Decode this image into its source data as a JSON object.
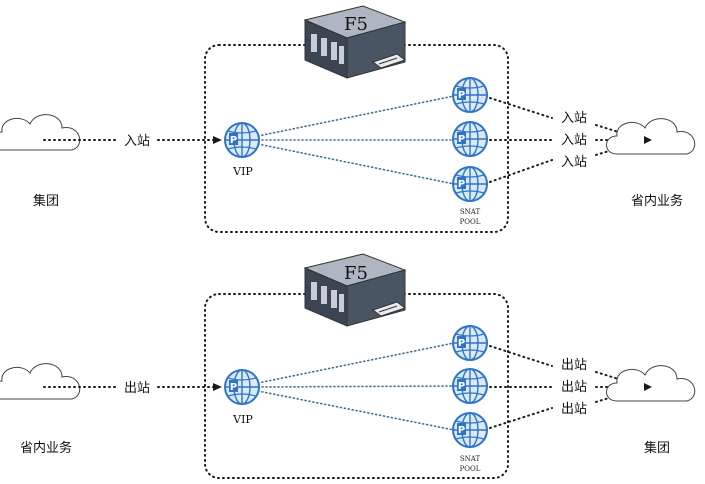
{
  "top": {
    "device_label": "F5",
    "source_label": "集团",
    "dest_label": "省内业务",
    "inbound_label": "入站",
    "outbound_labels": [
      "入站",
      "入站",
      "入站"
    ],
    "vip_label": "VIP",
    "snat_line1": "SNAT",
    "snat_line2": "POOL"
  },
  "bottom": {
    "device_label": "F5",
    "source_label": "省内业务",
    "dest_label": "集团",
    "inbound_label": "出站",
    "outbound_labels": [
      "出站",
      "出站",
      "出站"
    ],
    "vip_label": "VIP",
    "snat_line1": "SNAT",
    "snat_line2": "POOL"
  },
  "colors": {
    "globe": "#2e74c8",
    "globe_fill": "#dce9f7",
    "f5_body": "#4a5563",
    "f5_top": "#aeb6c1",
    "flow_dots": "#1a1a1a",
    "fanout_dots": "#3f6f8f"
  },
  "icons": [
    "cloud-icon",
    "globe-ip-icon",
    "f5-server-icon"
  ]
}
